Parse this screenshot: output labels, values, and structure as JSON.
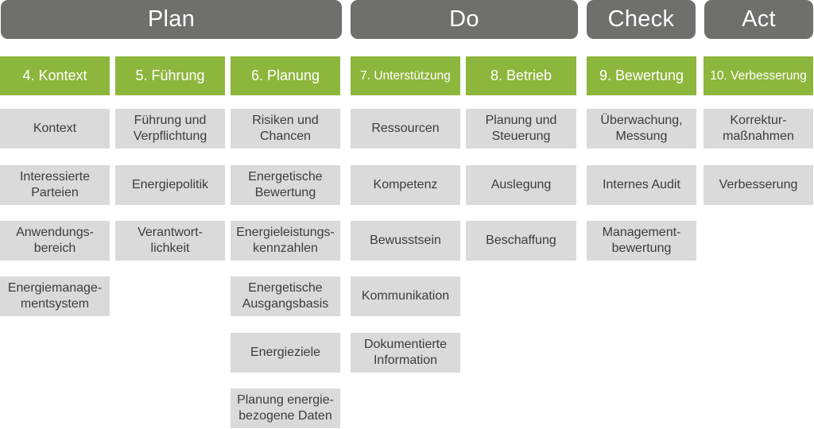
{
  "phases": {
    "plan": "Plan",
    "do": "Do",
    "check": "Check",
    "act": "Act"
  },
  "clauses": {
    "c4": "4. Kontext",
    "c5": "5. Führung",
    "c6": "6. Planung",
    "c7": "7. Unterstützung",
    "c8": "8. Betrieb",
    "c9": "9. Bewertung",
    "c10": "10. Verbesserung"
  },
  "items": {
    "c4": [
      "Kontext",
      "Interessierte\nParteien",
      "Anwendungs-\nbereich",
      "Energiemanage-\nmentsystem"
    ],
    "c5": [
      "Führung und\nVerpflichtung",
      "Energiepolitik",
      "Verantwort-\nlichkeit"
    ],
    "c6": [
      "Risiken und\nChancen",
      "Energetische\nBewertung",
      "Energieleistungs-\nkennzahlen",
      "Energetische\nAusgangsbasis",
      "Energieziele",
      "Planung energie-\nbezogene Daten"
    ],
    "c7": [
      "Ressourcen",
      "Kompetenz",
      "Bewusstsein",
      "Kommunikation",
      "Dokumentierte\nInformation"
    ],
    "c8": [
      "Planung und\nSteuerung",
      "Auslegung",
      "Beschaffung"
    ],
    "c9": [
      "Überwachung,\nMessung",
      "Internes Audit",
      "Management-\nbewertung"
    ],
    "c10": [
      "Korrektur-\nmaßnahmen",
      "Verbesserung"
    ]
  },
  "colors": {
    "phase_bg": "#6f6f6e",
    "clause_bg": "#8db63c",
    "item_bg": "#dadada",
    "item_text": "#3c3c3b"
  }
}
